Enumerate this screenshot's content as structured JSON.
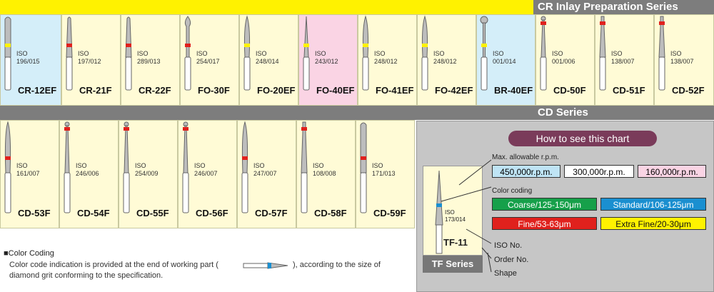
{
  "series": {
    "cr_inlay": "CR Inlay Preparation Series",
    "cd": "CD Series",
    "tf": "TF Series"
  },
  "iso_label": "ISO",
  "colors": {
    "yellow_band": "#fff200",
    "red_band": "#e0211d",
    "blue_band": "#1a8fd0",
    "card_yellow": "#fffbd6",
    "card_blue": "#d4eef9",
    "card_pink": "#fad4e4"
  },
  "row1": [
    {
      "code": "CR-12EF",
      "iso": "196/015",
      "bg": "blue",
      "band": "#fff200",
      "shape": "cyl-round"
    },
    {
      "code": "CR-21F",
      "iso": "197/012",
      "bg": "yellow",
      "band": "#e0211d",
      "shape": "taper-round"
    },
    {
      "code": "CR-22F",
      "iso": "289/013",
      "bg": "yellow",
      "band": "#e0211d",
      "shape": "taper-round"
    },
    {
      "code": "FO-30F",
      "iso": "254/017",
      "bg": "yellow",
      "band": "#e0211d",
      "shape": "football"
    },
    {
      "code": "FO-20EF",
      "iso": "248/014",
      "bg": "yellow",
      "band": "#fff200",
      "shape": "flame"
    },
    {
      "code": "FO-40EF",
      "iso": "243/012",
      "bg": "pink",
      "band": "#fff200",
      "shape": "needle"
    },
    {
      "code": "FO-41EF",
      "iso": "248/012",
      "bg": "yellow",
      "band": "#fff200",
      "shape": "flame"
    },
    {
      "code": "FO-42EF",
      "iso": "248/012",
      "bg": "yellow",
      "band": "#fff200",
      "shape": "flame"
    },
    {
      "code": "BR-40EF",
      "iso": "001/014",
      "bg": "blue",
      "band": "#fff200",
      "shape": "ball"
    },
    {
      "code": "CD-50F",
      "iso": "001/006",
      "bg": "yellow",
      "band": "#e0211d",
      "shape": "small-ball"
    },
    {
      "code": "CD-51F",
      "iso": "138/007",
      "bg": "yellow",
      "band": "#e0211d",
      "shape": "small-cyl"
    },
    {
      "code": "CD-52F",
      "iso": "138/007",
      "bg": "yellow",
      "band": "#e0211d",
      "shape": "small-cyl"
    }
  ],
  "row2": [
    {
      "code": "CD-53F",
      "iso": "161/007",
      "band": "#e0211d",
      "shape": "flame"
    },
    {
      "code": "CD-54F",
      "iso": "246/006",
      "band": "#e0211d",
      "shape": "small-ball"
    },
    {
      "code": "CD-55F",
      "iso": "254/009",
      "band": "#e0211d",
      "shape": "small-ball"
    },
    {
      "code": "CD-56F",
      "iso": "246/007",
      "band": "#e0211d",
      "shape": "small-ball"
    },
    {
      "code": "CD-57F",
      "iso": "247/007",
      "band": "#e0211d",
      "shape": "flame"
    },
    {
      "code": "CD-58F",
      "iso": "108/008",
      "band": "#e0211d",
      "shape": "small-cyl"
    },
    {
      "code": "CD-59F",
      "iso": "171/013",
      "band": "#e0211d",
      "shape": "cyl-round"
    }
  ],
  "chart": {
    "title": "How to see this chart",
    "max_rpm_label": "Max. allowable r.p.m.",
    "rpm": [
      {
        "label": "450,000r.p.m.",
        "bg": "#bfe4f5"
      },
      {
        "label": "300,000r.p.m.",
        "bg": "#ffffff"
      },
      {
        "label": "160,000r.p.m.",
        "bg": "#fad4e4"
      }
    ],
    "color_coding_label": "Color coding",
    "grits": [
      {
        "label": "Coarse/125-150μm",
        "bg": "#16a04a",
        "fg": "#ffffff"
      },
      {
        "label": "Standard/106-125μm",
        "bg": "#1a8fd0",
        "fg": "#ffffff"
      },
      {
        "label": "Fine/53-63μm",
        "bg": "#e0211d",
        "fg": "#ffffff"
      },
      {
        "label": "Extra Fine/20-30μm",
        "bg": "#fff200",
        "fg": "#111111"
      }
    ],
    "tf_iso": "173/014",
    "tf_code": "TF-11",
    "iso_no": "ISO No.",
    "order_no": "Order No.",
    "shape": "Shape"
  },
  "legend": {
    "title": "■Color Coding",
    "line1a": "Color code indication is provided at the end of working part (",
    "line1b": "), according to the size of",
    "line2": "diamond grit conforming to the specification."
  }
}
